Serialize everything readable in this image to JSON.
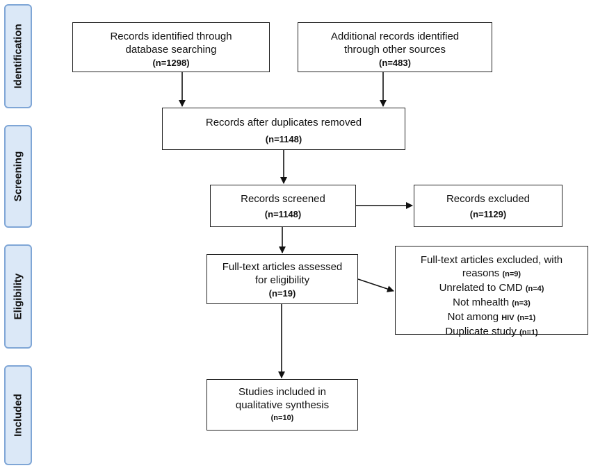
{
  "stages": {
    "identification": "Identification",
    "screening": "Screening",
    "eligibility": "Eligibility",
    "included": "Included"
  },
  "boxes": {
    "db_search": {
      "line1": "Records identified through",
      "line2": "database searching",
      "count": "(n=1298)"
    },
    "other_sources": {
      "line1": "Additional records identified",
      "line2": "through other sources",
      "count": "(n=483)"
    },
    "after_duplicates": {
      "line1": "Records after duplicates removed",
      "count": "(n=1148)"
    },
    "screened": {
      "line1": "Records screened",
      "count": "(n=1148)"
    },
    "excluded": {
      "line1": "Records excluded",
      "count": "(n=1129)"
    },
    "fulltext": {
      "line1": "Full-text articles assessed",
      "line2": "for eligibility",
      "count": "(n=19)"
    },
    "fulltext_excluded": {
      "line1": "Full-text articles excluded, with",
      "line2": "reasons",
      "line2_count": "(n=9)",
      "reasons": [
        {
          "label": "Unrelated to CMD",
          "count": "(n=4)"
        },
        {
          "label": "Not mhealth",
          "count": "(n=3)"
        },
        {
          "label": "Not among",
          "extra": "HIV",
          "count": "(n=1)"
        },
        {
          "label": "Duplicate study",
          "count": "(n=1)"
        }
      ]
    },
    "included": {
      "line1": "Studies included in",
      "line2": "qualitative synthesis",
      "count": "(n=10)"
    }
  }
}
